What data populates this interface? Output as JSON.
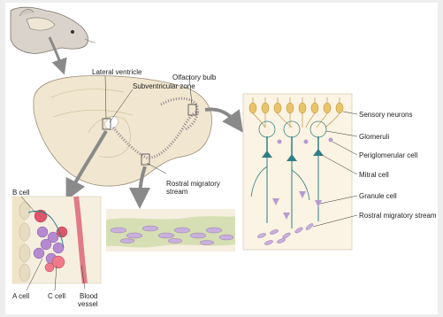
{
  "labels": {
    "lateral_ventricle": "Lateral ventricle",
    "subventricular_zone": "Subventricular zone",
    "olfactory_bulb": "Olfactory bulb",
    "rostral_migratory_stream_1": "Rostral migratory",
    "rostral_migratory_stream_2": "stream",
    "sensory_neurons": "Sensory neurons",
    "glomeruli": "Glomeruli",
    "periglomerular_cell": "Periglomerular cell",
    "mitral_cell": "Mitral cell",
    "granule_cell": "Granule cell",
    "rostral_migratory_stream_right": "Rostral migratory stream",
    "b_cell": "B cell",
    "a_cell": "A cell",
    "c_cell": "C cell",
    "blood_vessel_1": "Blood",
    "blood_vessel_2": "vessel"
  },
  "colors": {
    "background": "#eeeeee",
    "panel": "#ffffff",
    "brain_tissue": "#f1e6cf",
    "sensory_neuron": "#e9c46a",
    "neuron_teal": "#3d8a8a",
    "mitral_cell": "#2f7f86",
    "granule_cell": "#b79bd0",
    "a_cell": "#b58ad0",
    "b_cell": "#e0556a",
    "blood_vessel": "#e07b86",
    "arrow": "#8a8a8a"
  }
}
